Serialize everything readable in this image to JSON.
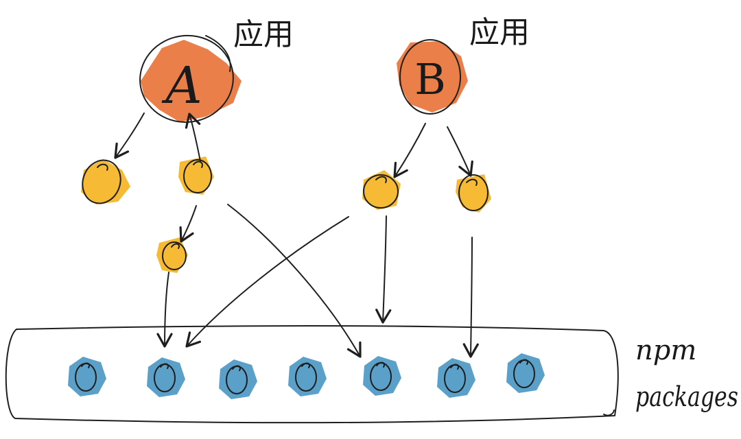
{
  "diagram": {
    "apps": [
      {
        "letter": "A",
        "annotation": "应用",
        "fill": "#e8743b"
      },
      {
        "letter": "B",
        "annotation": "应用",
        "fill": "#e8743b"
      }
    ],
    "registry": {
      "label_line1": "npm",
      "label_line2": "packages",
      "package_count": 7
    },
    "colors": {
      "app": "#e8743b",
      "dependency": "#f5b21f",
      "package": "#3d8fbf",
      "ink": "#1e1e1e"
    }
  }
}
